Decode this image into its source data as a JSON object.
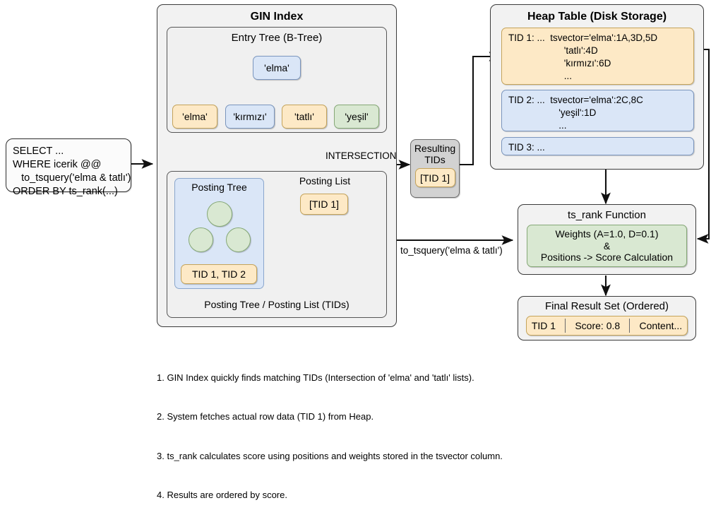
{
  "sql_box": {
    "line1": "SELECT ...",
    "line2": "WHERE icerik @@",
    "line3": "   to_tsquery('elma & tatlı')",
    "line4": "ORDER BY ts_rank(...)"
  },
  "gin_index": {
    "title": "GIN Index",
    "entry_tree": {
      "title": "Entry Tree (B-Tree)",
      "root": "'elma'",
      "leaves": [
        {
          "label": "'elma'",
          "color": "yellow"
        },
        {
          "label": "'kırmızı'",
          "color": "blue"
        },
        {
          "label": "'tatlı'",
          "color": "yellow"
        },
        {
          "label": "'yeşil'",
          "color": "green"
        }
      ]
    },
    "posting_area": {
      "footer": "Posting Tree / Posting List (TIDs)",
      "posting_tree": {
        "title": "Posting Tree",
        "leaf_label": "TID 1, TID 2"
      },
      "posting_list": {
        "title": "Posting List",
        "value": "[TID 1]"
      }
    }
  },
  "edges": {
    "intersection_label": "INTERSECTION",
    "tsquery_label": "to_tsquery('elma & tatlı')"
  },
  "resulting_tids": {
    "title_line1": "Resulting",
    "title_line2": "TIDs",
    "value": "[TID 1]"
  },
  "heap_table": {
    "title": "Heap Table (Disk Storage)",
    "rows": [
      {
        "color": "yellow",
        "lines": [
          "TID 1: ...  tsvector='elma':1A,3D,5D",
          "                     'tatlı':4D",
          "                     'kırmızı':6D",
          "                     ..."
        ]
      },
      {
        "color": "blue",
        "lines": [
          "TID 2: ...  tsvector='elma':2C,8C",
          "                   'yeşil':1D",
          "                   ..."
        ]
      },
      {
        "color": "blue",
        "lines": [
          "TID 3: ..."
        ]
      }
    ]
  },
  "ts_rank": {
    "title": "ts_rank Function",
    "body_line1": "Weights (A=1.0, D=0.1)",
    "body_line2": "&",
    "body_line3": "Positions -> Score Calculation"
  },
  "final_result": {
    "title": "Final Result Set (Ordered)",
    "cells": [
      "TID 1",
      "Score: 0.8",
      "Content..."
    ]
  },
  "notes": [
    "1. GIN Index quickly finds matching TIDs (Intersection of 'elma' and 'tatlı' lists).",
    "2. System fetches actual row data (TID 1) from Heap.",
    "3. ts_rank calculates score using positions and weights stored in the tsvector column.",
    "4. Results are ordered by score."
  ],
  "colors": {
    "yellow": "#fde9c6",
    "blue": "#dae6f7",
    "green": "#d9e8d2",
    "grey": "#d2d2d2",
    "group_bg": "#f2f2f2",
    "stroke": "#1a1a1a"
  }
}
